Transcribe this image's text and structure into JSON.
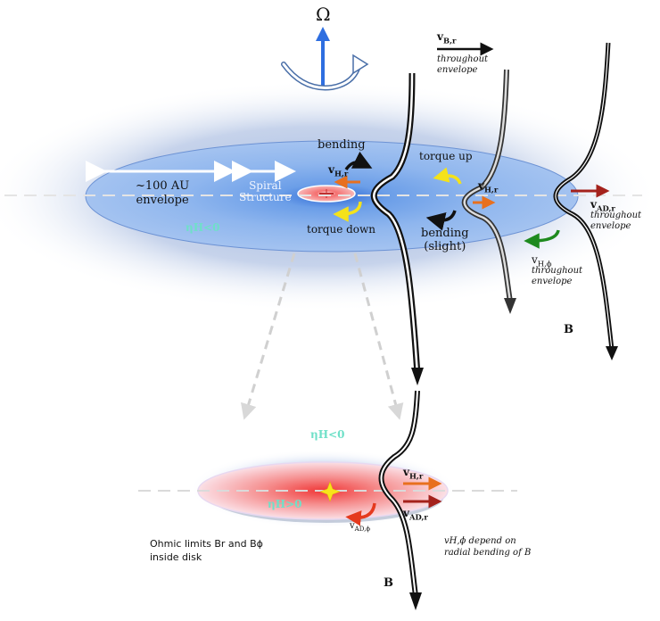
{
  "diagram": {
    "omega_symbol": "Ω",
    "vBr": {
      "label": "v",
      "sub": "B,r",
      "note_line1": "throughout",
      "note_line2": "envelope"
    },
    "envelope": {
      "scale_line1": "~100 AU",
      "scale_line2": "envelope",
      "spiral_line1": "Spiral",
      "spiral_line2": "Structure",
      "eta_label": "ηH<0"
    },
    "bending_top": "bending",
    "torque_up": "torque up",
    "torque_down": "torque down",
    "bending_slight_line1": "bending",
    "bending_slight_line2": "(slight)",
    "vHr_1": {
      "label": "v",
      "sub": "H,r"
    },
    "vHr_2": {
      "label": "v",
      "sub": "H,r"
    },
    "vADr_top": {
      "label": "v",
      "sub": "AD,r",
      "note_line1": "throughout",
      "note_line2": "envelope"
    },
    "vHphi_top": {
      "label": "v",
      "sub": "H,ϕ",
      "note_line1": "throughout",
      "note_line2": "envelope"
    },
    "B_label_top": "B",
    "disk": {
      "eta_outer": "ηH<0",
      "eta_inner": "ηH>0",
      "vHr": {
        "label": "v",
        "sub": "H,r"
      },
      "vADr": {
        "label": "v",
        "sub": "AD,r"
      },
      "vADphi": {
        "label": "v",
        "sub": "AD,ϕ"
      },
      "ohmic_line1": "Ohmic limits Br and Bϕ",
      "ohmic_line2": "inside disk",
      "vHphi_note_line1": "vH,ϕ depend on",
      "vHphi_note_line2": "radial bending of B",
      "B_label": "B"
    },
    "colors": {
      "envelope_blue": "#8fb3ea",
      "disk_red": "#f24c4c",
      "arrow_orange": "#e8701e",
      "arrow_yellow": "#f4e21a",
      "arrow_darkred": "#a4221c",
      "arrow_green": "#1e8a1e",
      "omega_blue": "#2e6ee0",
      "eta_cyan": "#6fe0c8"
    }
  }
}
